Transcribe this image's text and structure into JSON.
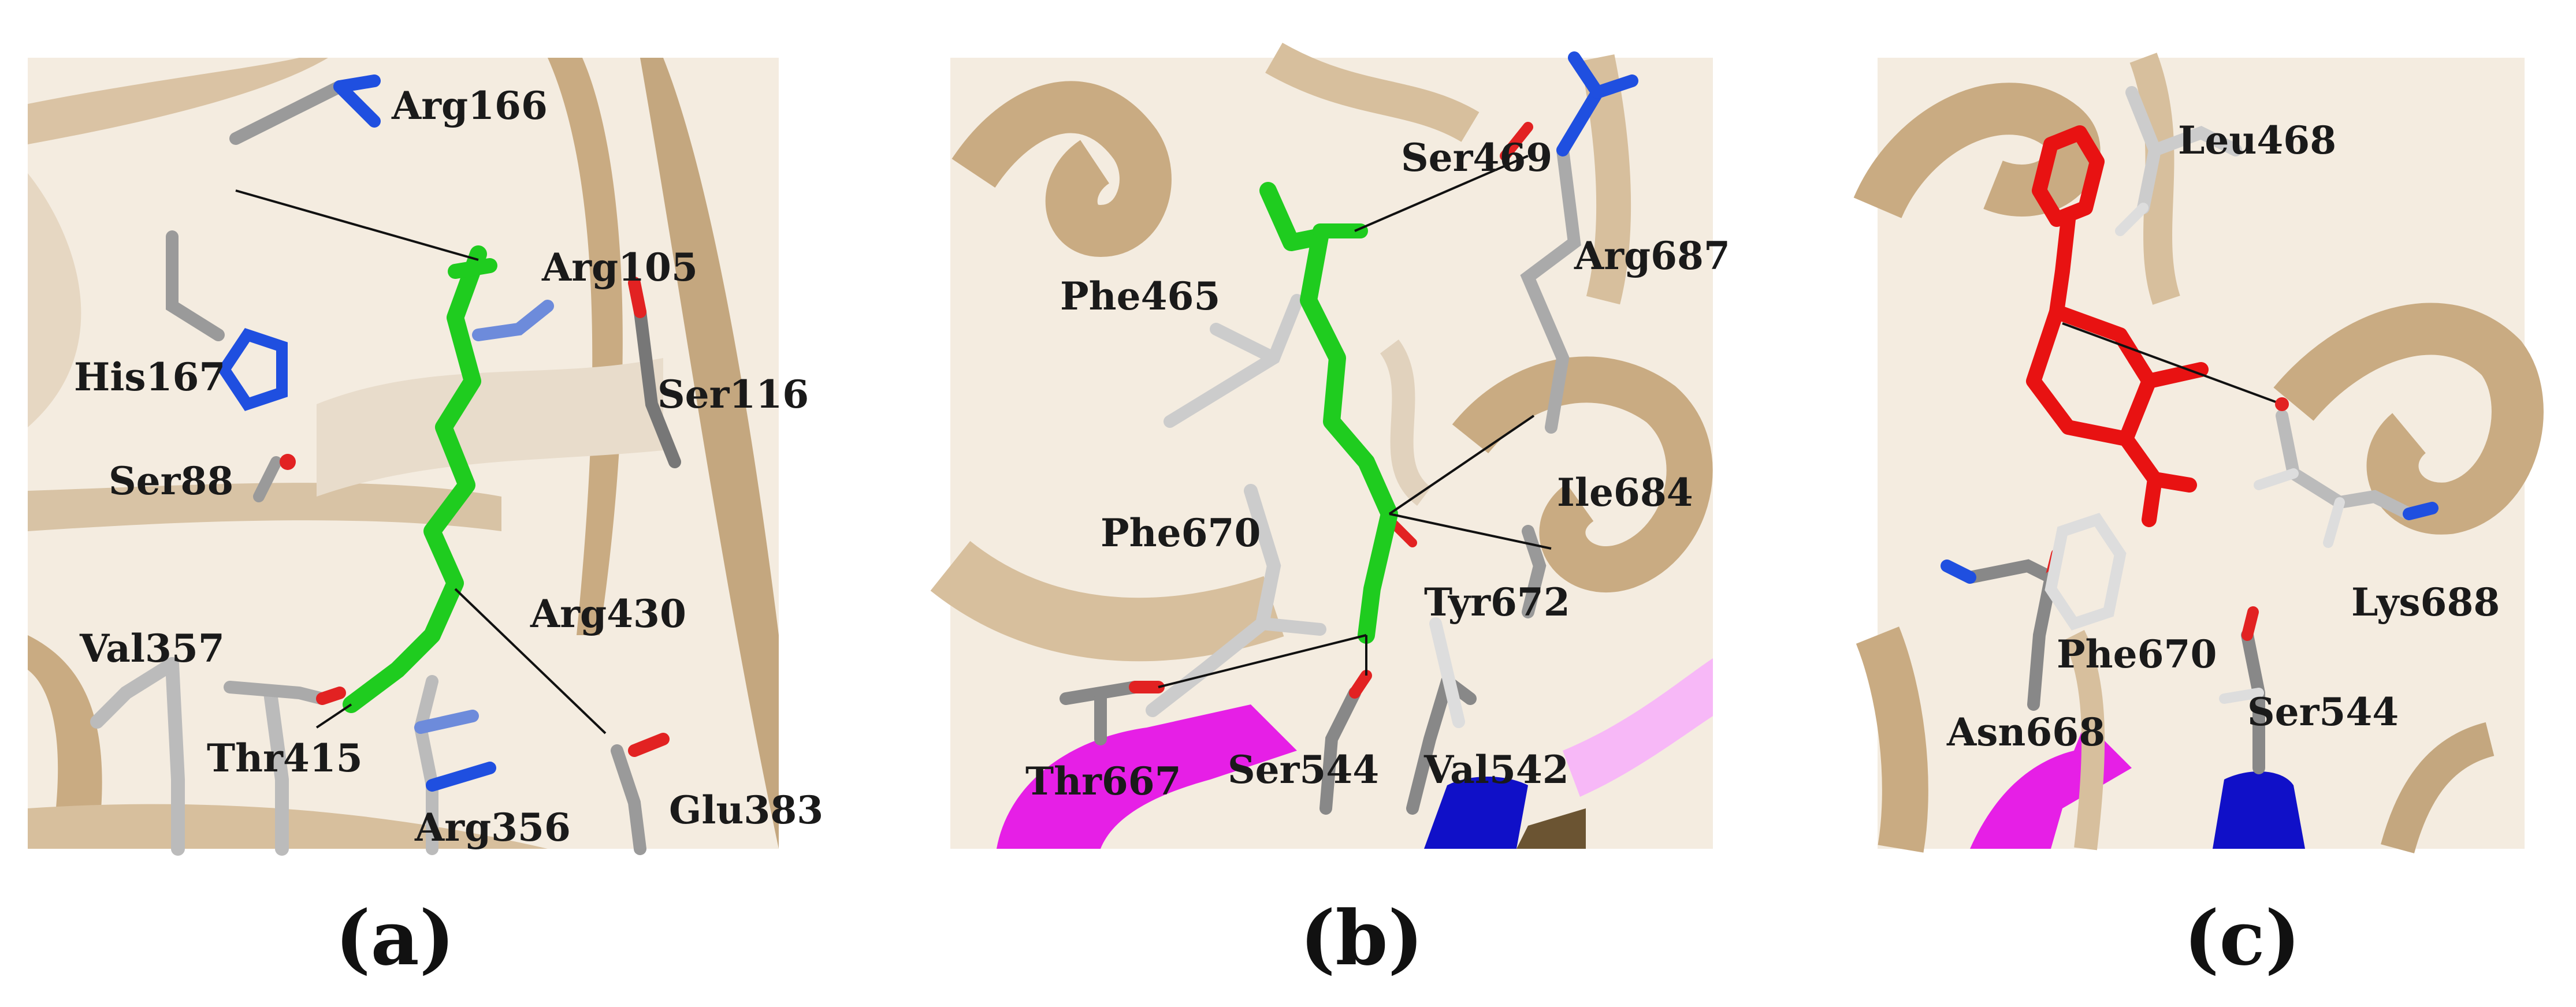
{
  "panels": [
    {
      "caption": "(a)",
      "residues": [
        "Arg166",
        "Arg105",
        "His167",
        "Ser116",
        "Ser88",
        "Arg430",
        "Val357",
        "Thr415",
        "Glu383",
        "Arg356"
      ]
    },
    {
      "caption": "(b)",
      "residues": [
        "Ser469",
        "Phe465",
        "Arg687",
        "Ile684",
        "Phe670",
        "Tyr672",
        "Thr667",
        "Ser544",
        "Val542"
      ]
    },
    {
      "caption": "(c)",
      "residues": [
        "Leu468",
        "Lys688",
        "Phe670",
        "Asn668",
        "Ser544"
      ]
    }
  ],
  "colors": {
    "ribbon": "#d7bf9d",
    "ribbon_dark": "#9e8058",
    "ligand_a_b": "#1fcc1f",
    "ligand_c": "#e81212",
    "carbon": "#9a9a9a",
    "oxygen": "#e22222",
    "nitrogen": "#1f4fe0",
    "helix_magenta": "#e61fe6",
    "strand_blue": "#1010c8"
  }
}
